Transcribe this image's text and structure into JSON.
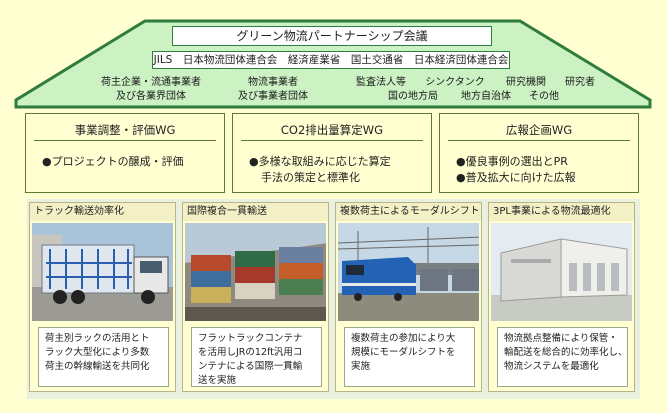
{
  "council": {
    "title": "グリーン物流パートナーシップ会議",
    "orgs": "JILS　日本物流団体連合会　経済産業省　国土交通省　日本経済団体連合会"
  },
  "members": {
    "shippers": [
      "荷主企業・流通事業者",
      "及び各業界団体"
    ],
    "logistics": [
      "物流事業者",
      "及び事業者団体"
    ],
    "others_row1": [
      "監査法人等",
      "シンクタンク",
      "研究機関",
      "研究者"
    ],
    "others_row2": [
      "国の地方局",
      "地方自治体",
      "その他"
    ]
  },
  "working_groups": [
    {
      "title": "事業調整・評価WG",
      "lines": [
        "●プロジェクトの醸成・評価"
      ]
    },
    {
      "title": "CO2排出量算定WG",
      "lines": [
        "●多様な取組みに応じた算定",
        "手法の策定と標準化"
      ]
    },
    {
      "title": "広報企画WG",
      "lines": [
        "●優良事例の選出とPR",
        "●普及拡大に向けた広報"
      ]
    }
  ],
  "cases": [
    {
      "title": "トラック輸送効率化",
      "photo": "truck",
      "lines": [
        "荷主別ラックの活用とト",
        "ラック大型化により多数",
        "荷主の幹線輸送を共同化"
      ]
    },
    {
      "title": "国際複合一貫輸送",
      "photo": "containers",
      "lines": [
        "フラットラックコンテナ",
        "を活用しJRの12ft汎用コ",
        "ンテナによる国際一貫輸",
        "送を実施"
      ]
    },
    {
      "title": "複数荷主によるモーダルシフト",
      "photo": "train",
      "lines": [
        "複数荷主の参加により大",
        "規模にモーダルシフトを",
        "実施"
      ]
    },
    {
      "title": "3PL事業による物流最適化",
      "photo": "warehouse",
      "lines": [
        "物流拠点整備により保管・",
        "輸配送を総合的に効率化し、",
        "物流システムを最適化"
      ]
    }
  ],
  "colors": {
    "roof": "#2f7d3a",
    "house": "#ccf2c4",
    "background": "#ffffd2",
    "panel": "#e9f0dd"
  }
}
